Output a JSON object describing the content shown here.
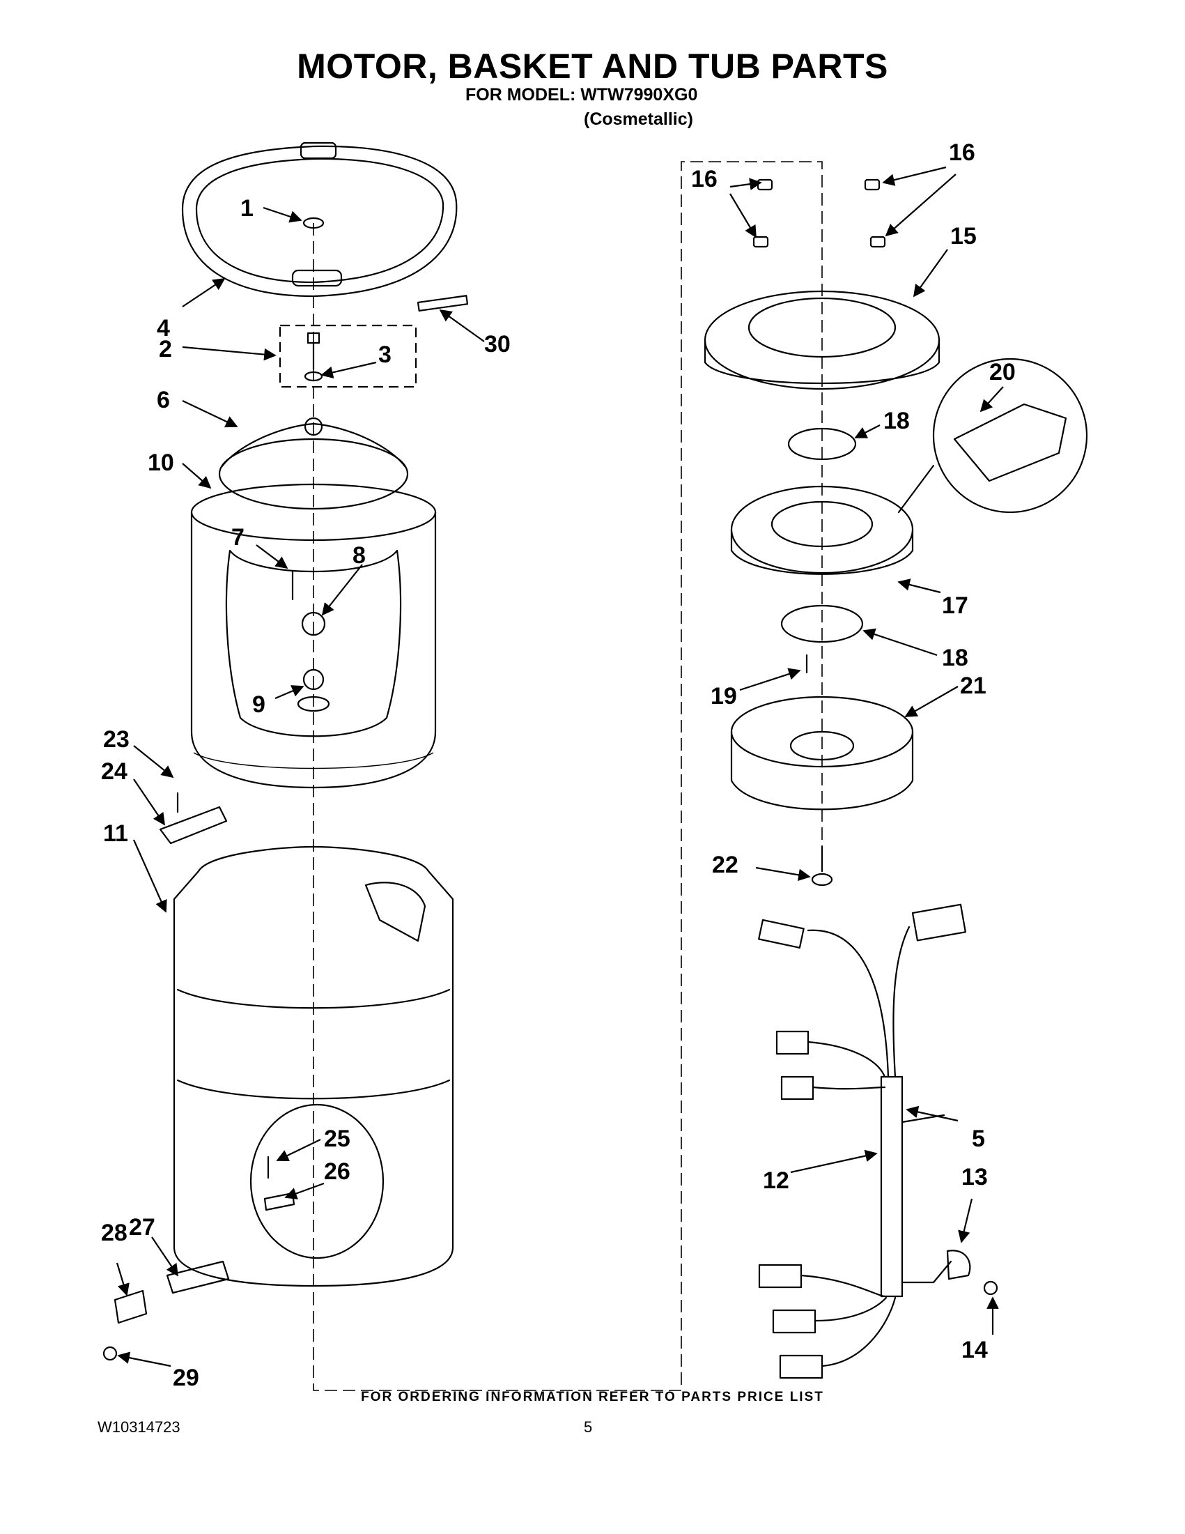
{
  "header": {
    "title": "MOTOR, BASKET AND TUB PARTS",
    "model_line": "FOR MODEL: WTW7990XG0",
    "variant": "(Cosmetallic)"
  },
  "callouts": {
    "c1": "1",
    "c2": "2",
    "c3": "3",
    "c4": "4",
    "c5": "5",
    "c6": "6",
    "c7": "7",
    "c8": "8",
    "c9": "9",
    "c10": "10",
    "c11": "11",
    "c12": "12",
    "c13": "13",
    "c14": "14",
    "c15": "15",
    "c16a": "16",
    "c16b": "16",
    "c17": "17",
    "c18a": "18",
    "c18b": "18",
    "c19": "19",
    "c20": "20",
    "c21": "21",
    "c22": "22",
    "c23": "23",
    "c24": "24",
    "c25": "25",
    "c26": "26",
    "c27": "27",
    "c28": "28",
    "c29": "29",
    "c30": "30"
  },
  "footer": {
    "ordering_note": "FOR ORDERING INFORMATION REFER TO PARTS PRICE LIST",
    "document_number": "W10314723",
    "page_number": "5"
  }
}
